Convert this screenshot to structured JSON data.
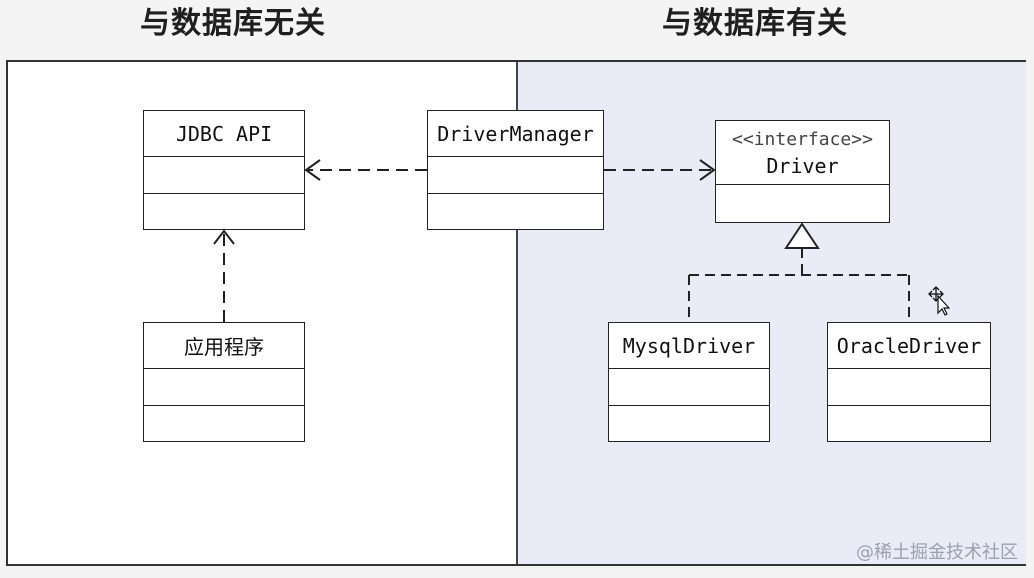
{
  "headings": {
    "left": "与数据库无关",
    "right": "与数据库有关"
  },
  "classes": {
    "jdbc_api": {
      "name": "JDBC API"
    },
    "driver_manager": {
      "name": "DriverManager"
    },
    "driver": {
      "stereotype": "<<interface>>",
      "name": "Driver"
    },
    "app": {
      "name": "应用程序"
    },
    "mysql_driver": {
      "name": "MysqlDriver"
    },
    "oracle_driver": {
      "name": "OracleDriver"
    }
  },
  "watermark": "@稀土掘金技术社区",
  "icons": {
    "cursor": "move-cursor-icon"
  },
  "colors": {
    "right_pane": "#e9ecf6",
    "left_pane": "#ffffff",
    "line": "#222222"
  }
}
